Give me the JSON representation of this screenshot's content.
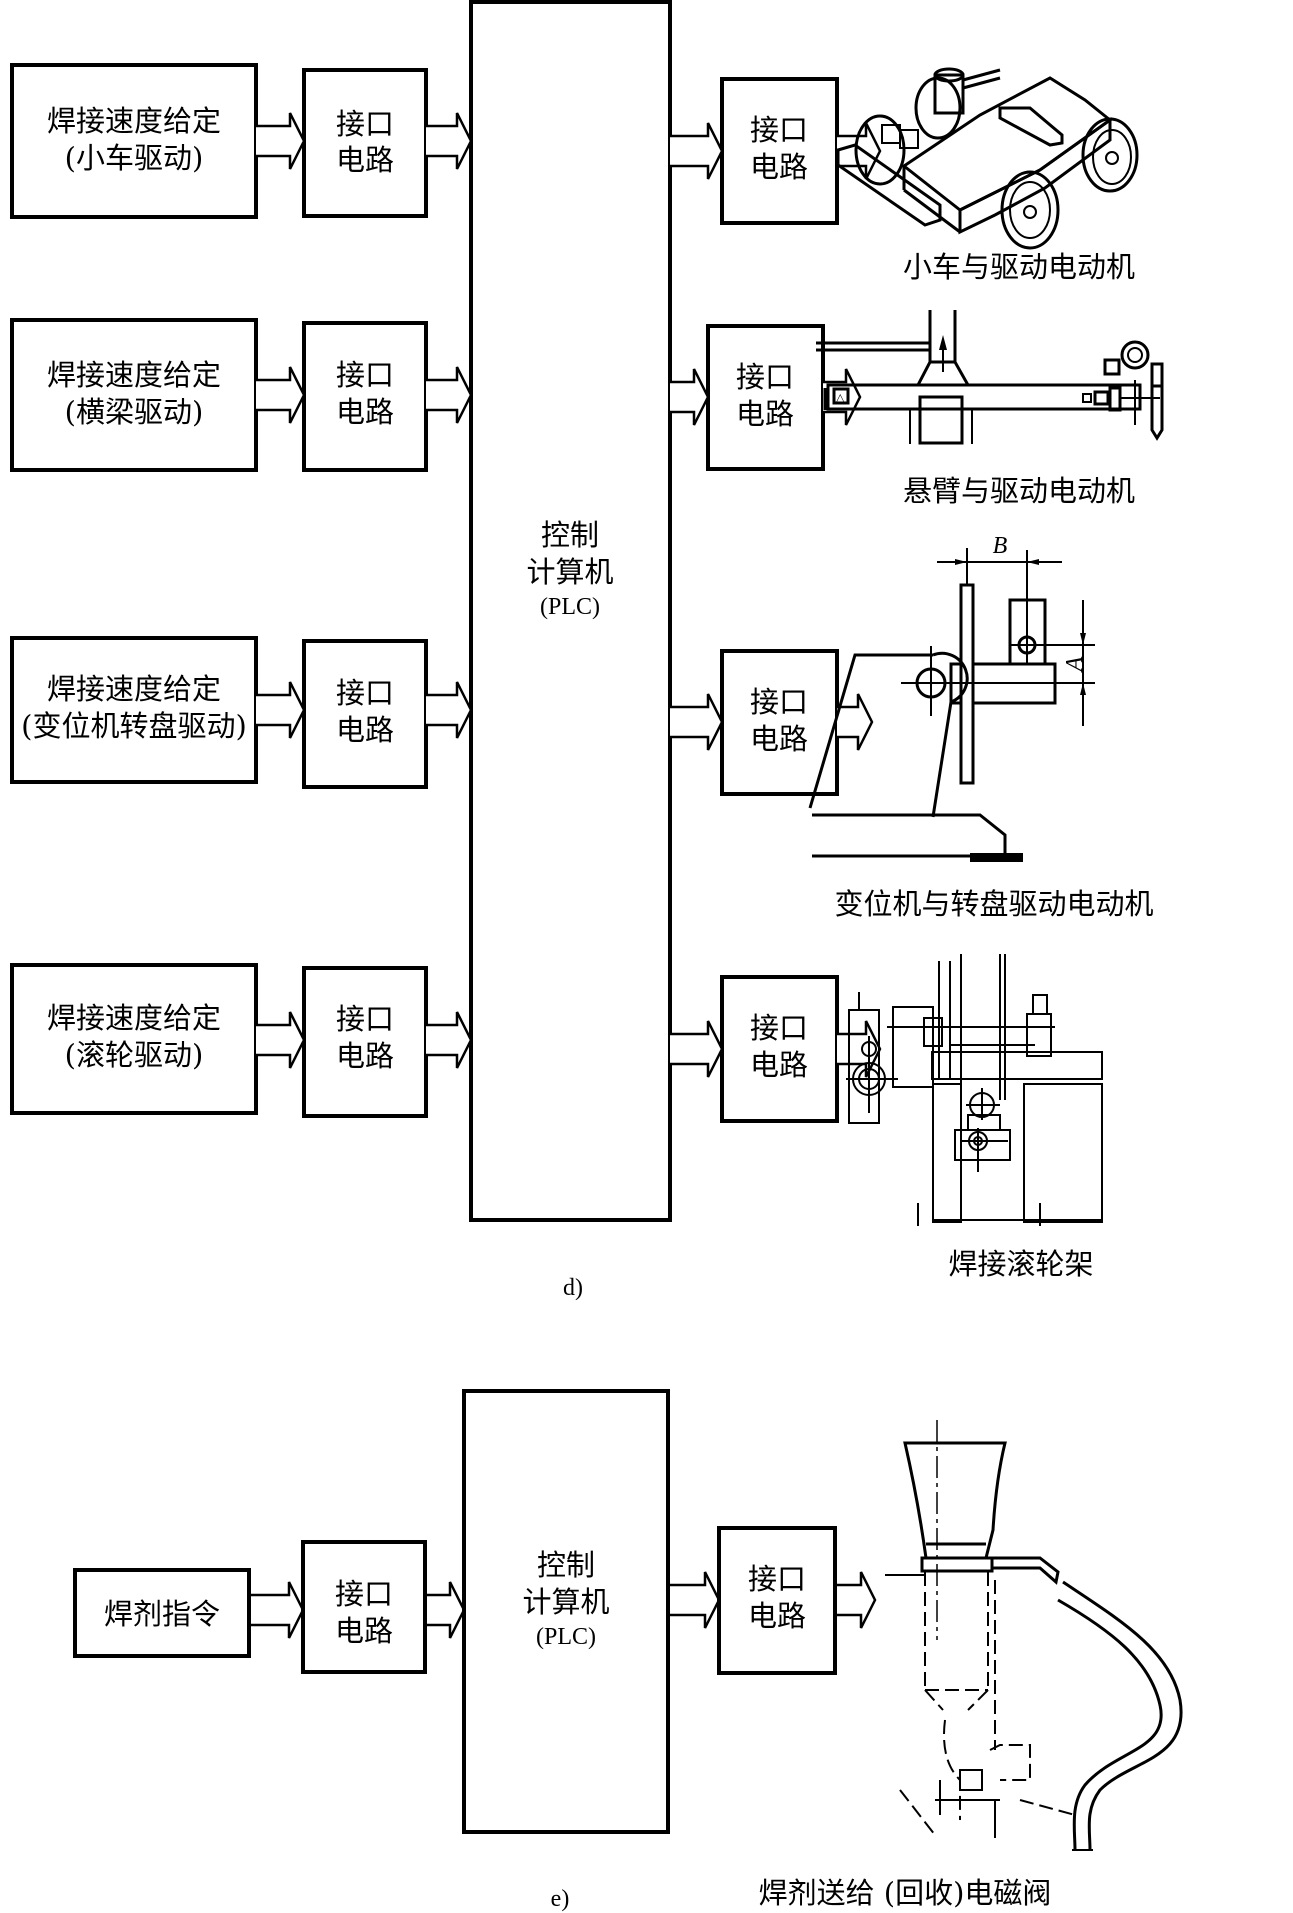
{
  "figure_d": {
    "label": "d)",
    "inputs": [
      {
        "line1": "焊接速度给定",
        "line2": "(小车驱动)"
      },
      {
        "line1": "焊接速度给定",
        "line2": "(横梁驱动)"
      },
      {
        "line1": "焊接速度给定",
        "line2": "(变位机转盘驱动)"
      },
      {
        "line1": "焊接速度给定",
        "line2": "(滚轮驱动)"
      }
    ],
    "interface": {
      "line1": "接口",
      "line2": "电路"
    },
    "controller": {
      "line1": "控制",
      "line2": "计算机",
      "line3": "(PLC)"
    },
    "outputs": [
      {
        "caption": "小车与驱动电动机",
        "illustration": "carriage-drive-motor"
      },
      {
        "caption": "悬臂与驱动电动机",
        "illustration": "cantilever-drive-motor"
      },
      {
        "caption": "变位机与转盘驱动电动机",
        "illustration": "positioner-turntable-motor",
        "dim_a": "A",
        "dim_b": "B"
      },
      {
        "caption": "焊接滚轮架",
        "illustration": "welding-roller-frame"
      }
    ]
  },
  "figure_e": {
    "label": "e)",
    "input": {
      "line1": "焊剂指令"
    },
    "interface": {
      "line1": "接口",
      "line2": "电路"
    },
    "controller": {
      "line1": "控制",
      "line2": "计算机",
      "line3": "(PLC)"
    },
    "output": {
      "caption": "焊剂送给 (回收)电磁阀",
      "illustration": "flux-feed-solenoid-valve"
    }
  }
}
